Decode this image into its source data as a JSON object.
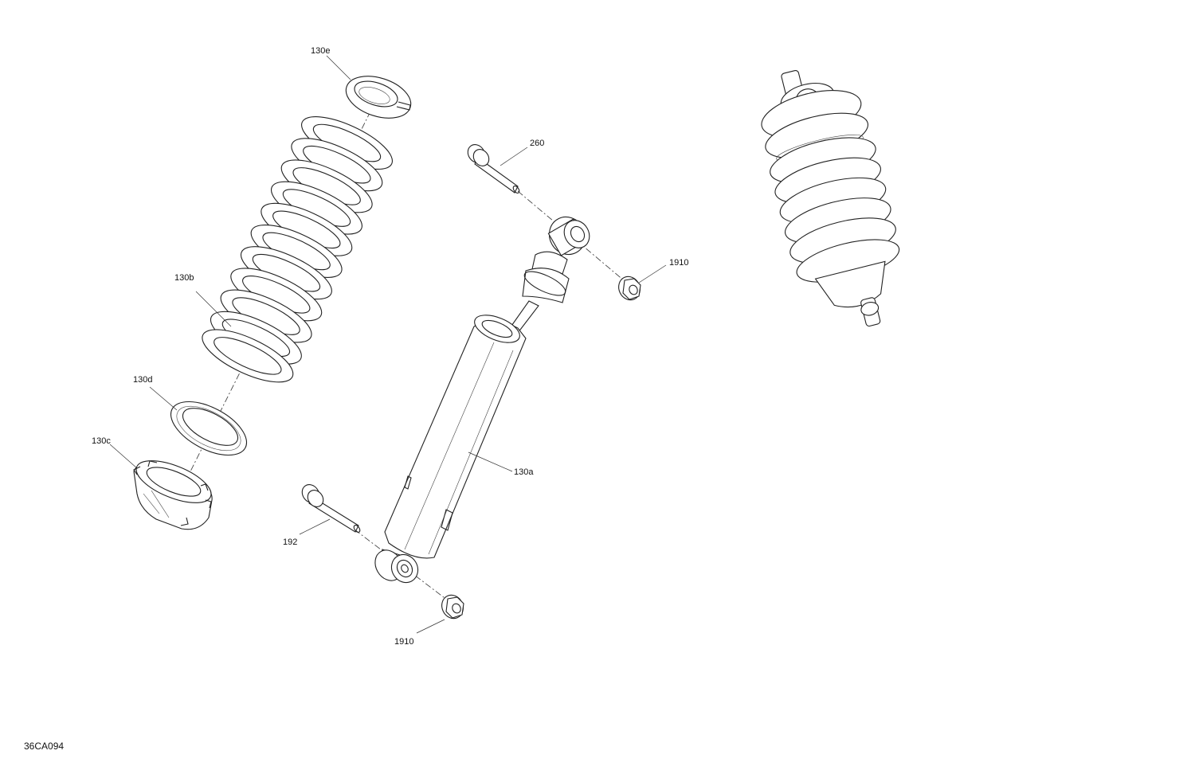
{
  "diagram": {
    "type": "exploded-parts-diagram",
    "subject": "Shock absorber and coil spring assembly",
    "drawing_code": "36CA094",
    "callouts": [
      {
        "id": "130e",
        "label": "130e",
        "part": "spring retainer (upper, slotted)"
      },
      {
        "id": "130b",
        "label": "130b",
        "part": "coil spring"
      },
      {
        "id": "130d",
        "label": "130d",
        "part": "spring seat washer"
      },
      {
        "id": "130c",
        "label": "130c",
        "part": "lower spring adjuster collar"
      },
      {
        "id": "260",
        "label": "260",
        "part": "upper flange bolt"
      },
      {
        "id": "1910_top",
        "label": "1910",
        "part": "upper flange nut"
      },
      {
        "id": "130a",
        "label": "130a",
        "part": "shock absorber body"
      },
      {
        "id": "192",
        "label": "192",
        "part": "lower flange bolt"
      },
      {
        "id": "1910_bottom",
        "label": "1910",
        "part": "lower flange nut"
      }
    ],
    "assembled_view": {
      "part": "assembled shock with spring",
      "position": "top-right"
    }
  }
}
